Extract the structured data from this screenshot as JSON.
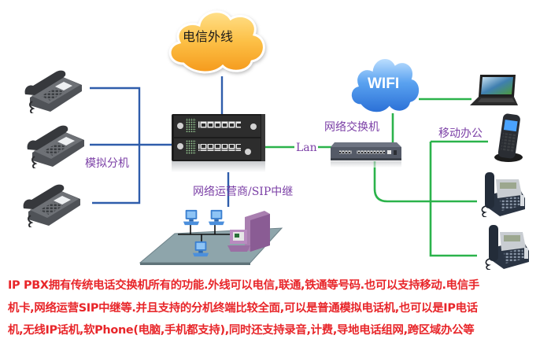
{
  "diagram": {
    "labels": {
      "pstn_cloud": "电信外线",
      "wifi_cloud": "WIFI",
      "network_switch": "网络交换机",
      "lan": "Lan",
      "analog_extensions": "模拟分机",
      "carrier_sip_trunk": "网络运营商/SIP中继",
      "mobile_office": "移动办公"
    },
    "devices": {
      "pbx": "ip-pbx",
      "switch": "network-switch",
      "analog_phones": 3,
      "ip_desk_phones": 2,
      "cordless_phones": 1,
      "laptops": 1
    },
    "colors": {
      "analog_line": "#2f5dab",
      "ip_line": "#2bb34b",
      "label": "#7b3fa6",
      "description": "#e8262a",
      "pstn_cloud": "#fbb034",
      "wifi_cloud": "#3a86e6"
    }
  },
  "description": {
    "lines": [
      "IP PBX拥有传统电话交换机所有的功能.外线可以电信,联通,铁通等号码.也可以支持移动.电信手",
      "机卡,网络运营SIP中继等.并且支持的分机终端比较全面,可以是普通模拟电话机,也可以是IP电话",
      "机,无线IP话机,软Phone(电脑,手机都支持),同时还支持录音,计费,导地电话组网,跨区域办公等"
    ]
  }
}
